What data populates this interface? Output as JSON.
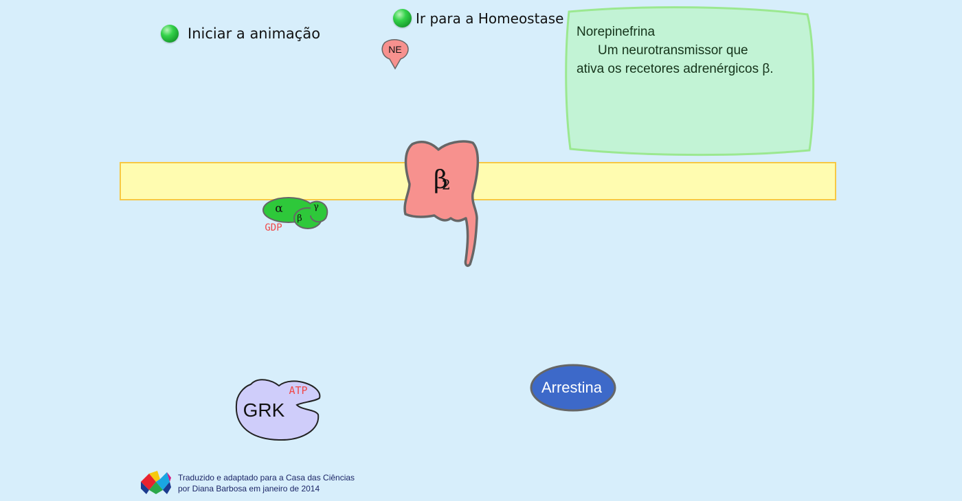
{
  "buttons": {
    "start_animation": "Iniciar a animação",
    "go_homeostasis": "Ir para a Homeostase"
  },
  "info_panel": {
    "title": "Norepinefrina",
    "line1": "Um neurotransmissor que",
    "line2": "ativa os recetores adrenérgicos β."
  },
  "molecules": {
    "ne": "NE",
    "receptor": "β",
    "receptor_subscript": "2",
    "g_alpha": "α",
    "g_beta": "β",
    "g_gamma": "γ",
    "gdp": "GDP",
    "grk": "GRK",
    "atp": "ATP",
    "arrestin": "Arrestina"
  },
  "credits": {
    "line1": "Traduzido e adaptado para a Casa das Ciências",
    "line2": "por Diana Barbosa em janeiro de 2014"
  },
  "colors": {
    "background": "#d7eefb",
    "membrane_fill": "#fffcb0",
    "membrane_border": "#f7c843",
    "receptor": "#f7918e",
    "g_protein": "#2ec83a",
    "grk": "#cfcdfa",
    "arrestin": "#3d69c9",
    "info_panel": "#c2f3d5",
    "nav_dot": "#2bc23f",
    "nucleotide_label": "#f04848"
  },
  "icons": {
    "nav_dot": "green-sphere-icon",
    "logo": "casa-das-ciencias-logo"
  }
}
